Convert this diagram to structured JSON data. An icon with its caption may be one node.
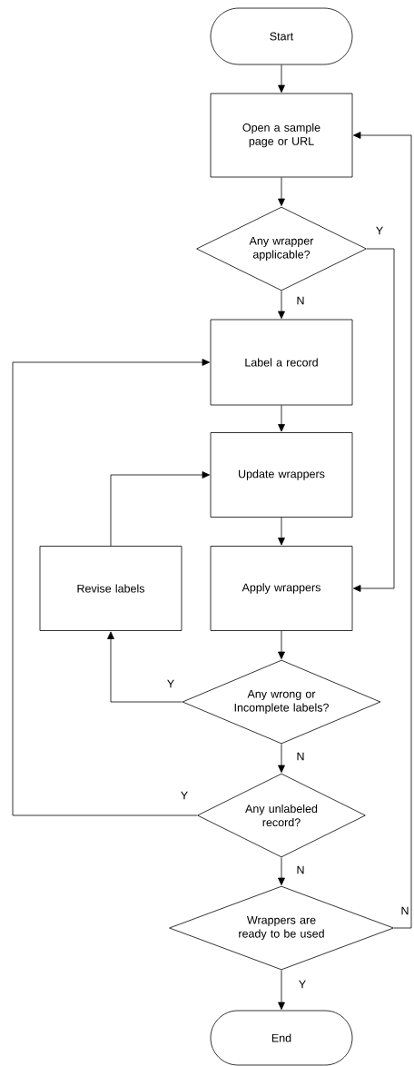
{
  "diagram": {
    "nodes": [
      {
        "text": [
          "Start"
        ]
      },
      {
        "text": [
          "Open a sample page or URL"
        ]
      },
      {
        "text": [
          "Any wrapper applicable?"
        ]
      },
      {
        "text": [
          "Label a record"
        ]
      },
      {
        "text": [
          "Update wrappers"
        ]
      },
      {
        "text": [
          "Apply wrappers"
        ]
      },
      {
        "text": [
          "Revise labels"
        ]
      },
      {
        "text": [
          "Any wrong or Incomplete labels?"
        ]
      },
      {
        "text": [
          "Any unlabeled record?"
        ]
      },
      {
        "text": [
          "Wrappers are ready to be used"
        ]
      },
      {
        "text": [
          "End"
        ]
      }
    ],
    "edges": [
      {
        "from": 0,
        "to": 1,
        "arrow": "to"
      },
      {
        "from": 1,
        "to": 2,
        "arrow": "to"
      },
      {
        "from": 2,
        "to": 3,
        "arrow": "to",
        "label": "N"
      },
      {
        "from": 2,
        "to": 5,
        "arrow": "to",
        "label": "Y"
      },
      {
        "from": 3,
        "to": 4,
        "arrow": "to"
      },
      {
        "from": 4,
        "to": 5,
        "arrow": "to"
      },
      {
        "from": 5,
        "to": 7,
        "arrow": "to"
      },
      {
        "from": 7,
        "to": 6,
        "arrow": "to",
        "label": "Y"
      },
      {
        "from": 6,
        "to": 4,
        "arrow": "to"
      },
      {
        "from": 7,
        "to": 8,
        "arrow": "to",
        "label": "N"
      },
      {
        "from": 8,
        "to": 3,
        "arrow": "to",
        "label": "Y"
      },
      {
        "from": 8,
        "to": 9,
        "arrow": "to",
        "label": "N"
      },
      {
        "from": 9,
        "to": 10,
        "arrow": "to",
        "label": "Y"
      },
      {
        "from": 9,
        "to": 1,
        "arrow": "to",
        "label": "N"
      }
    ]
  }
}
